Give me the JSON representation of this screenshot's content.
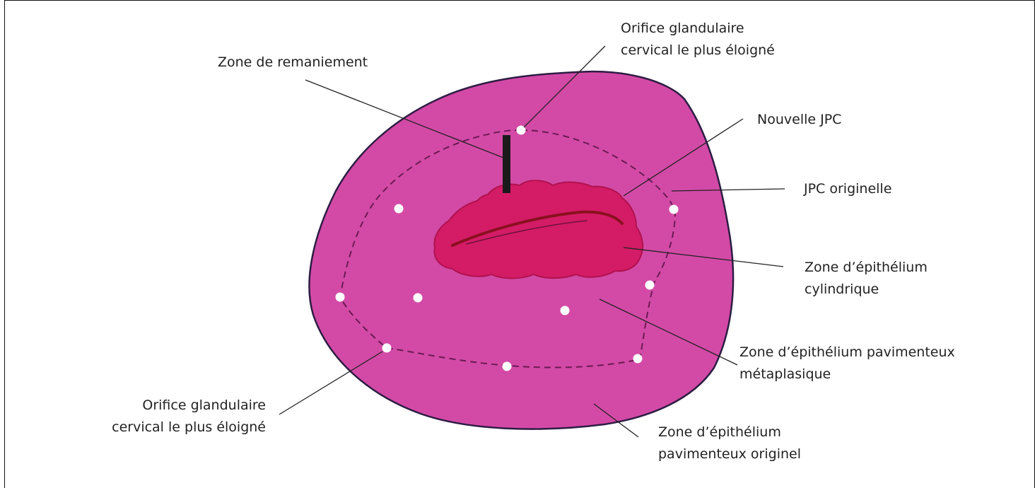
{
  "colors": {
    "cervix_fill": "#d34aa6",
    "cervix_edge": "#2e1c44",
    "columnar_fill": "#d41b66",
    "os_line": "#8a1020",
    "dashed_line": "#6a1a55",
    "gland_dot": "#ffffff",
    "remaniement_bar": "#1a1a1a",
    "leader_line": "#222222",
    "text": "#222222"
  },
  "labels": {
    "zone_remaniement": "Zone de remaniement",
    "orifice_top_1": "Orifice glandulaire",
    "orifice_top_2": "cervical le plus éloigné",
    "nouvelle_jpc": "Nouvelle JPC",
    "jpc_originelle": "JPC originelle",
    "cyl_1": "Zone d’épithélium",
    "cyl_2": "cylindrique",
    "meta_1": "Zone d’épithélium pavimenteux",
    "meta_2": "métaplasique",
    "orifice_bottom_1": "Orifice glandulaire",
    "orifice_bottom_2": "cervical le plus éloigné",
    "pav_1": "Zone d’épithélium",
    "pav_2": "pavimenteux originel"
  },
  "icons": {
    "gland": "white-dot",
    "remaniement_marker": "vertical-bar"
  }
}
